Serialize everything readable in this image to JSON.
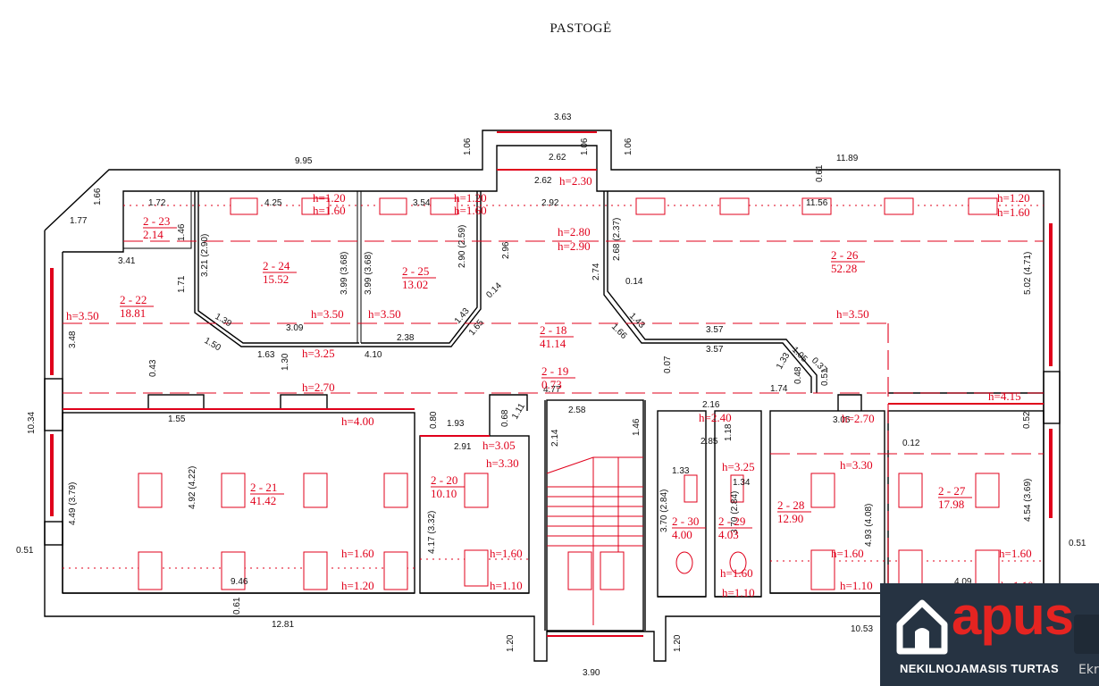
{
  "title": "PASTOGĖ",
  "rooms": [
    {
      "id": "2 - 23",
      "area": "2.14"
    },
    {
      "id": "2 - 24",
      "area": "15.52"
    },
    {
      "id": "2 - 25",
      "area": "13.02"
    },
    {
      "id": "2 - 26",
      "area": "52.28"
    },
    {
      "id": "2 - 22",
      "area": "18.81"
    },
    {
      "id": "2 - 18",
      "area": "41.14"
    },
    {
      "id": "2 - 19",
      "area": "0.73"
    },
    {
      "id": "2 - 21",
      "area": "41.42"
    },
    {
      "id": "2 - 20",
      "area": "10.10"
    },
    {
      "id": "2 - 30",
      "area": "4.00"
    },
    {
      "id": "2 - 29",
      "area": "4.03"
    },
    {
      "id": "2 - 28",
      "area": "12.90"
    },
    {
      "id": "2 - 27",
      "area": "17.98"
    }
  ],
  "heights": [
    "h=1.20",
    "h=1.60",
    "h=1.20",
    "h=1.60",
    "h=1.20",
    "h=1.60",
    "h=2.30",
    "h=2.80",
    "h=2.90",
    "h=3.50",
    "h=3.50",
    "h=3.50",
    "h=3.50",
    "h=3.25",
    "h=2.70",
    "h=4.00",
    "h=3.05",
    "h=3.30",
    "h=2.40",
    "h=3.25",
    "h=2.70",
    "h=3.30",
    "h=4.15",
    "h=1.60",
    "h=1.20",
    "h=1.60",
    "h=1.10",
    "h=1.60",
    "h=1.10",
    "h=1.60",
    "h=1.10",
    "h=1.60",
    "h=1.10"
  ],
  "dimensions": [
    "3.63",
    "1.06",
    "1.06",
    "1.06",
    "9.95",
    "11.89",
    "2.62",
    "2.62",
    "0.61",
    "1.66",
    "1.77",
    "1.72",
    "1.46",
    "4.25",
    "3.54",
    "2.92",
    "11.56",
    "3.21 (2.90)",
    "3.99 (3.68)",
    "3.99 (3.68)",
    "2.90 (2.59)",
    "2.96",
    "2.68 (2.37)",
    "2.74",
    "5.02 (4.71)",
    "3.41",
    "1.71",
    "0.14",
    "0.14",
    "1.39",
    "1.50",
    "3.09",
    "1.63",
    "2.38",
    "4.10",
    "1.43",
    "1.65",
    "1.43",
    "1.66",
    "3.57",
    "3.57",
    "1.05",
    "0.37",
    "1.33",
    "0.48",
    "0.51",
    "0.07",
    "1.74",
    "3.48",
    "0.43",
    "1.30",
    "10.34",
    "1.55",
    "4.77",
    "2.16",
    "0.52",
    "0.80",
    "1.93",
    "0.68",
    "1.11",
    "2.58",
    "1.46",
    "2.14",
    "3.05",
    "1.18",
    "2.91",
    "2.85",
    "0.12",
    "4.49 (3.79)",
    "4.92 (4.22)",
    "4.17 (3.32)",
    "1.33",
    "1.34",
    "3.70 (2.84)",
    "3.70 (2.84)",
    "4.93 (4.08)",
    "4.54 (3.69)",
    "0.51",
    "0.51",
    "9.46",
    "0.61",
    "12.81",
    "1.20",
    "1.20",
    "3.90",
    "10.53",
    "4.09"
  ],
  "logo": {
    "word": "apus",
    "subtitle": "NEKILNOJAMASIS TURTAS"
  },
  "corner_text": "Ekr",
  "colors": {
    "drawing": "#e0001b",
    "walls": "#000000",
    "logo_bg": "#263342",
    "logo_accent": "#e52421"
  }
}
